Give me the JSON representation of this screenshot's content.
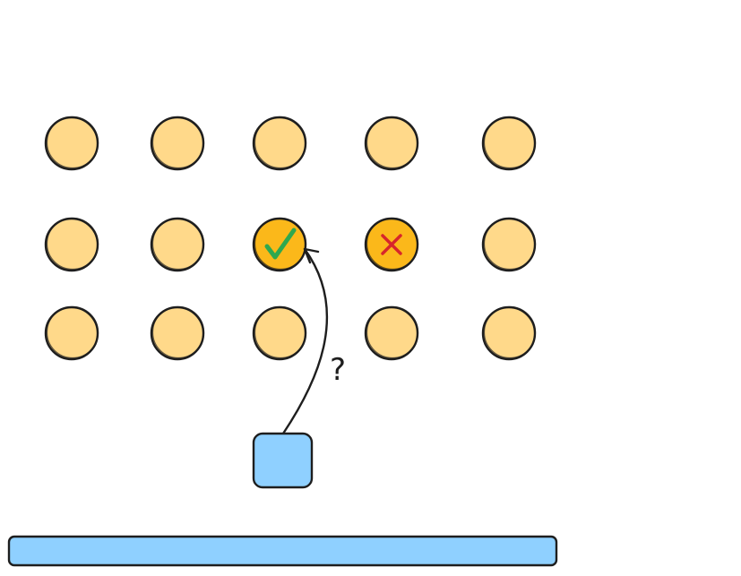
{
  "diagram": {
    "question_mark": "?",
    "colors": {
      "ball_fill": "#ffd98a",
      "ball_highlight_fill": "#fbb81a",
      "stroke": "#1e1e1e",
      "check": "#2fa84f",
      "cross": "#d7262b",
      "paddle": "#8fd0ff",
      "player_block": "#8fd0ff"
    },
    "grid": {
      "rows": 3,
      "cols": 5,
      "targets": [
        {
          "row": 1,
          "col": 2,
          "mark": "check-icon"
        },
        {
          "row": 1,
          "col": 3,
          "mark": "cross-icon"
        }
      ]
    }
  }
}
